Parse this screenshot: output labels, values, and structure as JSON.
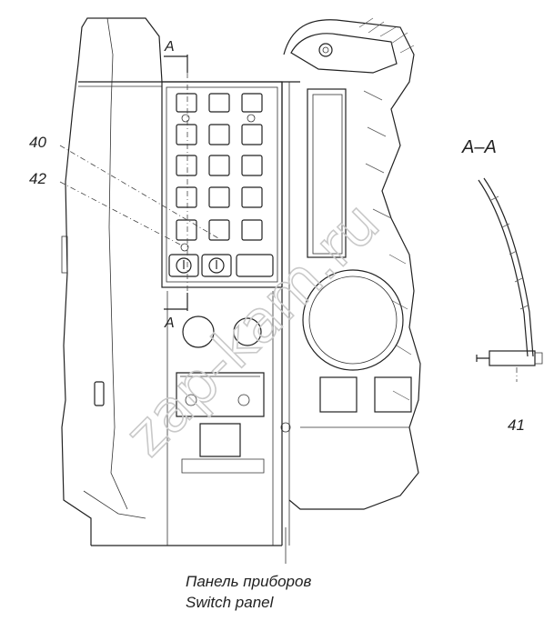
{
  "labels": {
    "section_a_top": "A",
    "section_a_bottom": "A",
    "section_view": "A–A",
    "callout_40": "40",
    "callout_42": "42",
    "callout_41": "41"
  },
  "caption": {
    "line_ru": "Панель приборов",
    "line_en": "Switch panel"
  },
  "watermark": "zap-kam.ru"
}
